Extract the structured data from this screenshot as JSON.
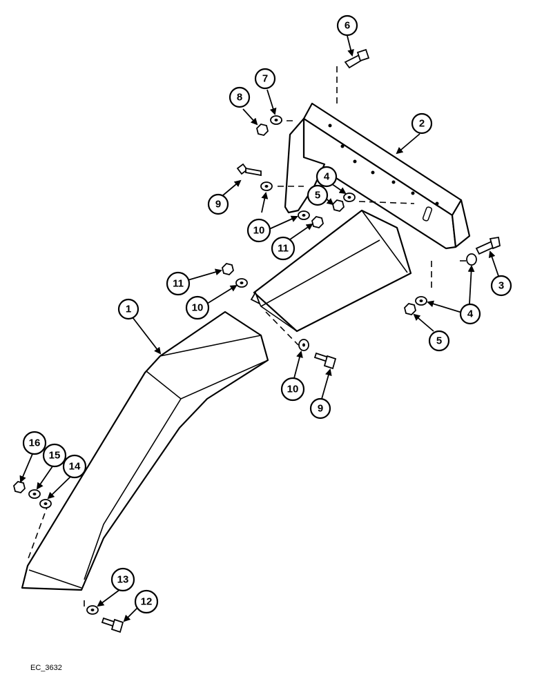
{
  "figure_code": "EC_3632",
  "callouts": [
    "1",
    "2",
    "3",
    "4",
    "4",
    "5",
    "5",
    "6",
    "7",
    "8",
    "9",
    "9",
    "10",
    "10",
    "10",
    "11",
    "11",
    "12",
    "13",
    "14",
    "15",
    "16"
  ]
}
